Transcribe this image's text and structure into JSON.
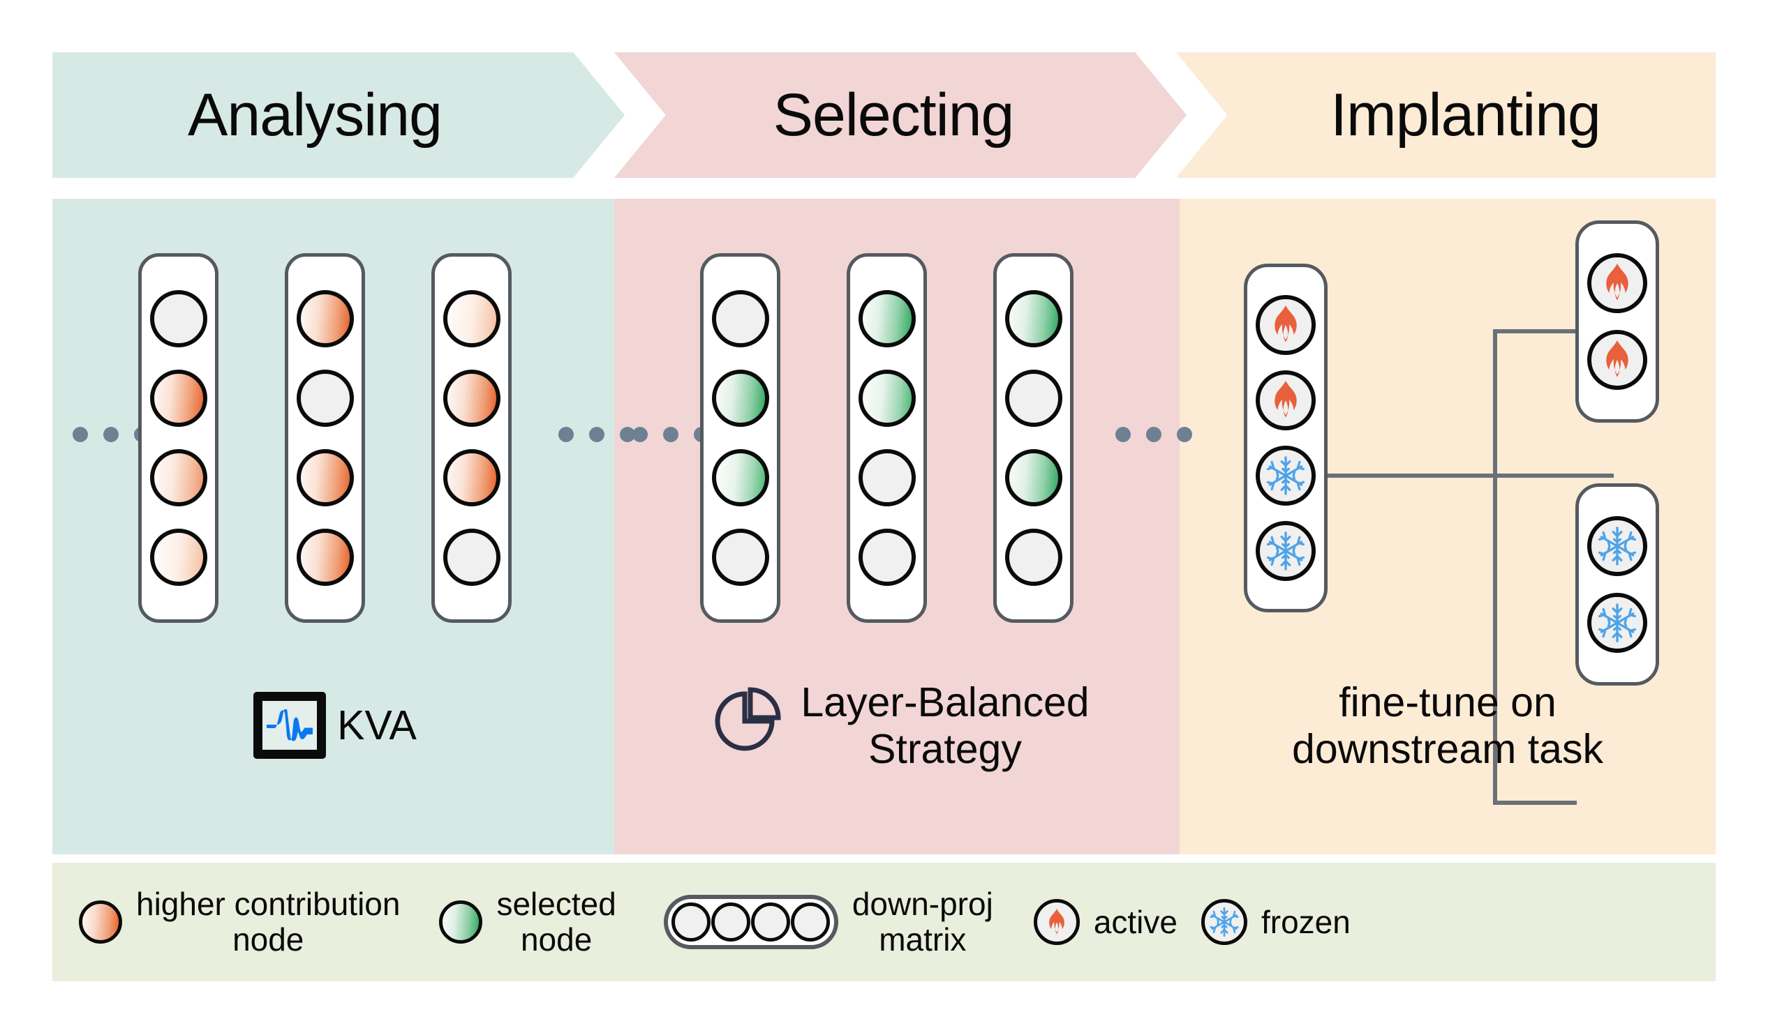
{
  "stages": [
    {
      "id": "analysing",
      "title": "Analysing",
      "header_color": "#d7e9e5",
      "panel_color": "#d7e9e5",
      "caption": "KVA",
      "caption_icon": "monitor-pulse-icon",
      "columns": [
        {
          "nodes": [
            "none",
            "high",
            "medium",
            "low"
          ]
        },
        {
          "nodes": [
            "high",
            "none",
            "high",
            "high"
          ]
        },
        {
          "nodes": [
            "low",
            "high",
            "high",
            "none"
          ]
        }
      ]
    },
    {
      "id": "selecting",
      "title": "Selecting",
      "header_color": "#f2d5d5",
      "panel_color": "#f2d5d5",
      "caption": "Layer-Balanced\nStrategy",
      "caption_icon": "pie-chart-icon",
      "columns": [
        {
          "nodes": [
            "none",
            "selected",
            "selected",
            "none"
          ]
        },
        {
          "nodes": [
            "selected",
            "selected",
            "none",
            "none"
          ]
        },
        {
          "nodes": [
            "selected",
            "none",
            "selected",
            "none"
          ]
        }
      ]
    },
    {
      "id": "implanting",
      "title": "Implanting",
      "header_color": "#fcebd5",
      "panel_color": "#fcebd5",
      "caption": "fine-tune on\ndownstream task",
      "caption_icon": "none",
      "source_block": {
        "nodes": [
          "active",
          "active",
          "frozen",
          "frozen"
        ]
      },
      "target_blocks": [
        {
          "nodes": [
            "active",
            "active"
          ]
        },
        {
          "nodes": [
            "frozen",
            "frozen"
          ]
        }
      ]
    }
  ],
  "ellipses": [
    {
      "name": "ellipsis-left",
      "dots": 3
    },
    {
      "name": "ellipsis-analysing-right",
      "dots": 3
    },
    {
      "name": "ellipsis-selecting-left",
      "dots": 3
    },
    {
      "name": "ellipsis-selecting-right",
      "dots": 3
    }
  ],
  "legend": {
    "background": "#e9efdc",
    "items": [
      {
        "name": "legend-higher-contribution-node",
        "icon": "orange-gradient-circle",
        "label": "higher contribution\nnode"
      },
      {
        "name": "legend-selected-node",
        "icon": "green-gradient-circle",
        "label": "selected\nnode"
      },
      {
        "name": "legend-down-proj-matrix",
        "icon": "down-proj-matrix-icon",
        "label": "down-proj\nmatrix"
      },
      {
        "name": "legend-active",
        "icon": "flame-icon",
        "label": "active"
      },
      {
        "name": "legend-frozen",
        "icon": "snowflake-icon",
        "label": "frozen"
      }
    ]
  },
  "colors": {
    "flame": "#e8603c",
    "snowflake": "#4ea3e8",
    "pulse": "#0a78f0",
    "pie_outline": "#2a2f45",
    "node_outline": "#0b0b0b",
    "matrix_outline": "#555a60",
    "wire": "#6a7078",
    "dot": "#6d8192"
  }
}
